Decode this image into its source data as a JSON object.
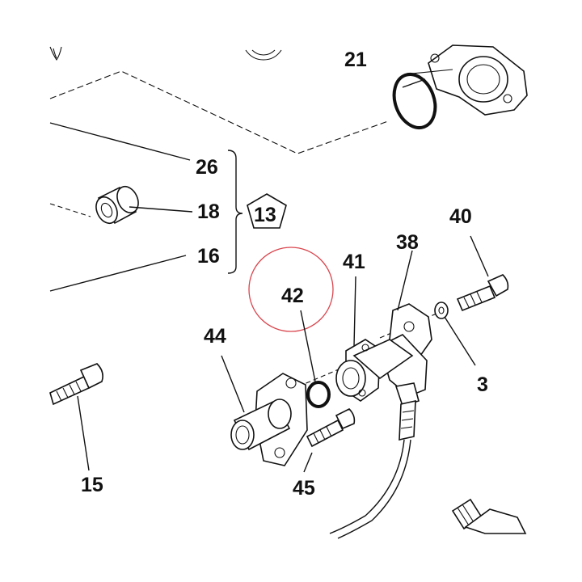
{
  "diagram": {
    "highlight_color": "#d9464e",
    "ink_color": "#111111",
    "callouts": {
      "c21": "21",
      "c26": "26",
      "c18": "18",
      "c16": "16",
      "c13": "13",
      "c41": "41",
      "c38": "38",
      "c40": "40",
      "c42": "42",
      "c44": "44",
      "c3": "3",
      "c15": "15",
      "c45": "45"
    }
  }
}
